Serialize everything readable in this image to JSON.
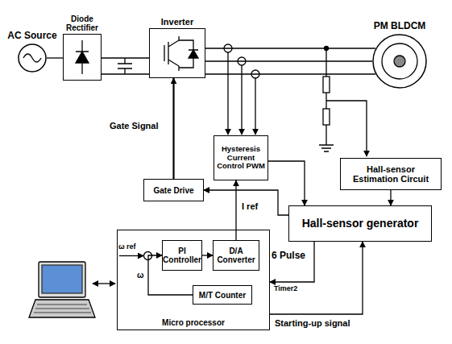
{
  "diagram": {
    "nodes": [
      {
        "text": [
          "AC Source"
        ]
      },
      {
        "text": [
          "Diode Rectifier"
        ]
      },
      {
        "text": [
          "Inverter"
        ]
      },
      {
        "text": [
          "PM BLDCM"
        ]
      },
      {
        "text": [
          "Hysteresis Current Control PWM"
        ]
      },
      {
        "text": [
          "Hall-sensor Estimation Circuit"
        ]
      },
      {
        "text": [
          "Gate Drive"
        ]
      },
      {
        "text": [
          "Hall-sensor generator"
        ]
      },
      {
        "text": [
          "Micro processor"
        ]
      },
      {
        "text": [
          "PI Controller"
        ],
        "in": 8
      },
      {
        "text": [
          "D/A Converter"
        ],
        "in": 8
      },
      {
        "text": [
          "M/T Counter"
        ],
        "in": 8
      }
    ],
    "edges": [
      {
        "from": 0,
        "to": 1,
        "arrow": "none"
      },
      {
        "from": 1,
        "to": 2,
        "arrow": "none"
      },
      {
        "from": 2,
        "to": 3,
        "arrow": "none"
      },
      {
        "from": 6,
        "to": 2,
        "arrow": "to",
        "label": "Gate Signal"
      },
      {
        "from": 5,
        "to": 7,
        "arrow": "to"
      },
      {
        "from": 4,
        "to": 7,
        "arrow": "to"
      },
      {
        "from": 7,
        "to": 6,
        "arrow": "to"
      },
      {
        "from": 10,
        "to": 4,
        "arrow": "to",
        "label": "I ref"
      },
      {
        "from": 9,
        "to": 10,
        "arrow": "to"
      },
      {
        "from": 11,
        "to": 9,
        "arrow": "to"
      },
      {
        "from": 7,
        "to": 8,
        "arrow": "to",
        "label": "6 Pulse"
      },
      {
        "from": 8,
        "to": 7,
        "arrow": "to",
        "label": "Starting-up signal"
      }
    ],
    "labels": [
      "ω ref",
      "ω",
      "Timer2"
    ]
  }
}
